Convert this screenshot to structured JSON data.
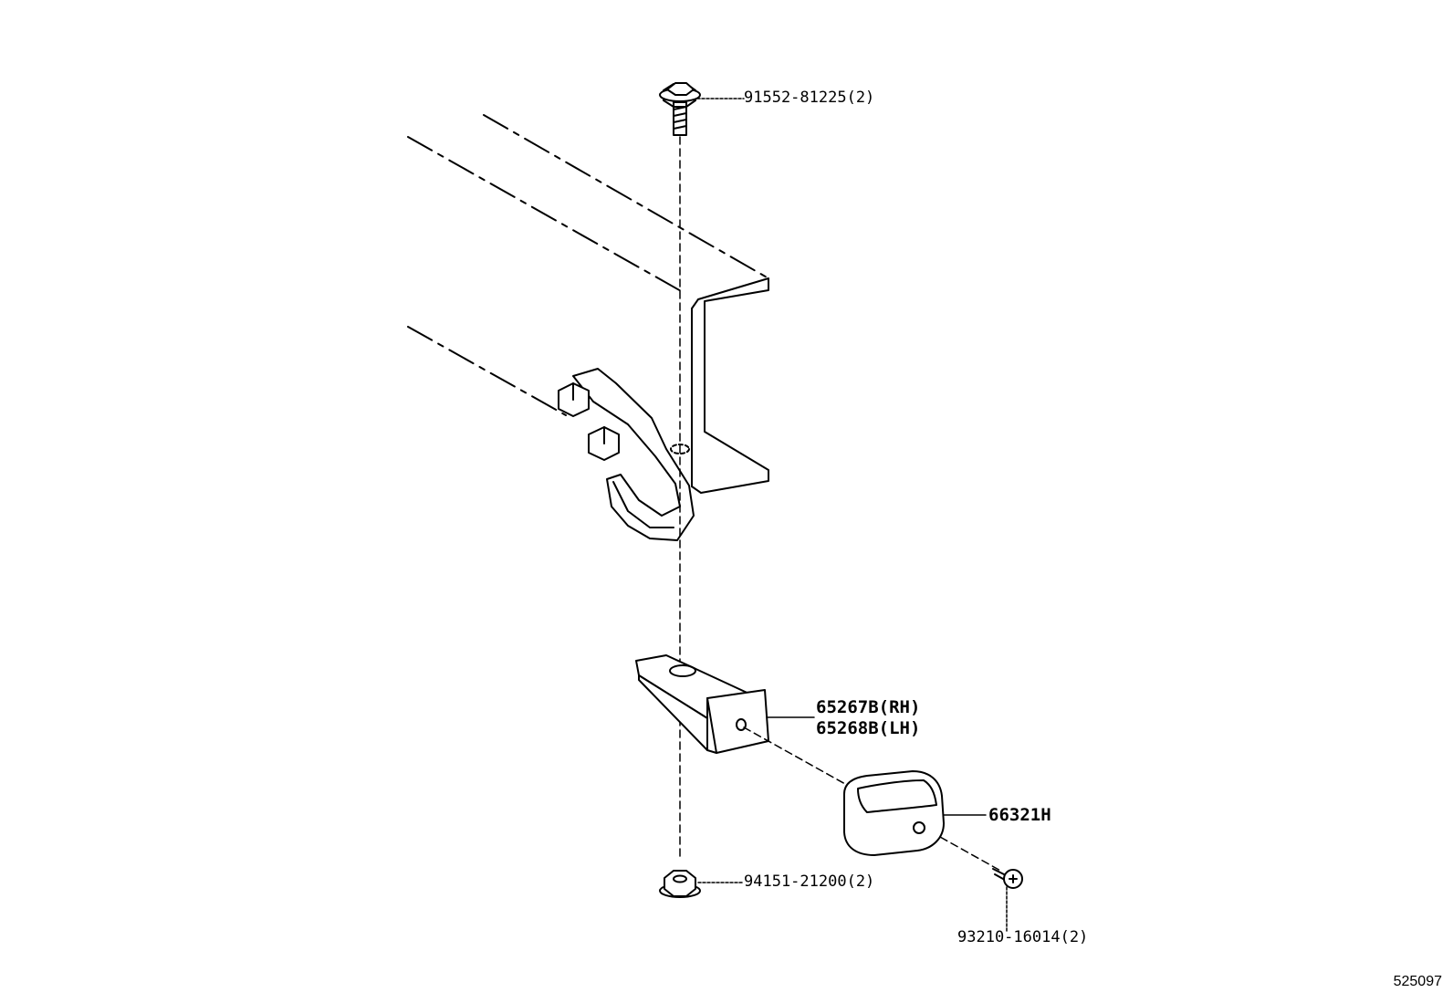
{
  "diagram_number": "525097",
  "parts": [
    {
      "id": "bolt-top",
      "label": "91552-81225(2)"
    },
    {
      "id": "bracket-rh",
      "label": "65267B(RH)"
    },
    {
      "id": "bracket-lh",
      "label": "65268B(LH)"
    },
    {
      "id": "cap",
      "label": "66321H"
    },
    {
      "id": "nut",
      "label": "94151-21200(2)"
    },
    {
      "id": "screw",
      "label": "93210-16014(2)"
    }
  ],
  "colors": {
    "line": "#000000",
    "background": "#ffffff"
  }
}
